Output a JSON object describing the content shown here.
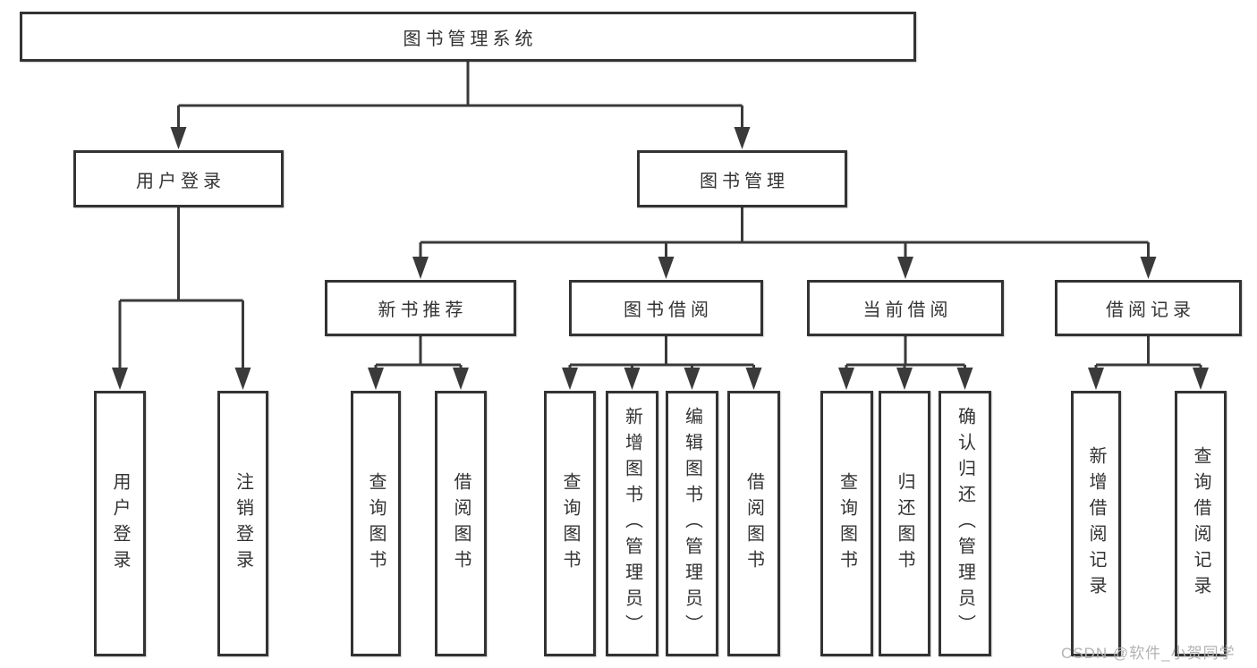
{
  "tree": {
    "root": "图书管理系统",
    "branches": [
      {
        "label": "用户登录",
        "children": [
          "用户登录",
          "注销登录"
        ]
      },
      {
        "label": "图书管理",
        "children": [
          {
            "label": "新书推荐",
            "children": [
              "查询图书",
              "借阅图书"
            ]
          },
          {
            "label": "图书借阅",
            "children": [
              "查询图书",
              "新增图书（管理员）",
              "编辑图书（管理员）",
              "借阅图书"
            ]
          },
          {
            "label": "当前借阅",
            "children": [
              "查询图书",
              "归还图书",
              "确认归还（管理员）"
            ]
          },
          {
            "label": "借阅记录",
            "children": [
              "新增借阅记录",
              "查询借阅记录"
            ]
          }
        ]
      }
    ]
  },
  "watermark": "CSDN @软件_小贺同学",
  "colors": {
    "line": "#3a3a3a",
    "border": "#333333",
    "text": "#333333",
    "watermark": "#b3b3b3"
  }
}
